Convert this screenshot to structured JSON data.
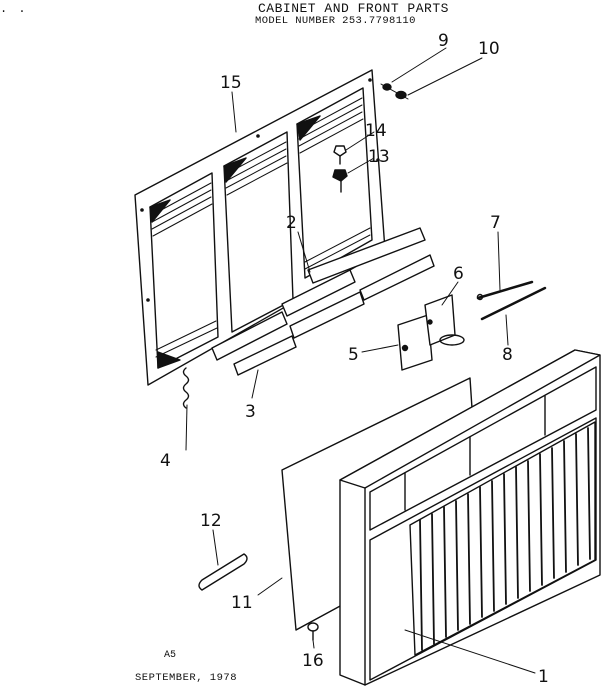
{
  "header": {
    "title": "CABINET AND FRONT PARTS",
    "model": "MODEL NUMBER  253.7798110",
    "corner_mark": ". ."
  },
  "footer": {
    "code": "A5",
    "date": "SEPTEMBER, 1978"
  },
  "callouts": [
    {
      "id": "c1",
      "label": "1"
    },
    {
      "id": "c2",
      "label": "2"
    },
    {
      "id": "c3",
      "label": "3"
    },
    {
      "id": "c4",
      "label": "4"
    },
    {
      "id": "c5",
      "label": "5"
    },
    {
      "id": "c6",
      "label": "6"
    },
    {
      "id": "c7",
      "label": "7"
    },
    {
      "id": "c8",
      "label": "8"
    },
    {
      "id": "c9",
      "label": "9"
    },
    {
      "id": "c10",
      "label": "10"
    },
    {
      "id": "c11",
      "label": "11"
    },
    {
      "id": "c12",
      "label": "12"
    },
    {
      "id": "c13",
      "label": "13"
    },
    {
      "id": "c14",
      "label": "14"
    },
    {
      "id": "c15",
      "label": "15"
    },
    {
      "id": "c16",
      "label": "16"
    }
  ],
  "colors": {
    "ink": "#111111",
    "paper": "#ffffff"
  }
}
